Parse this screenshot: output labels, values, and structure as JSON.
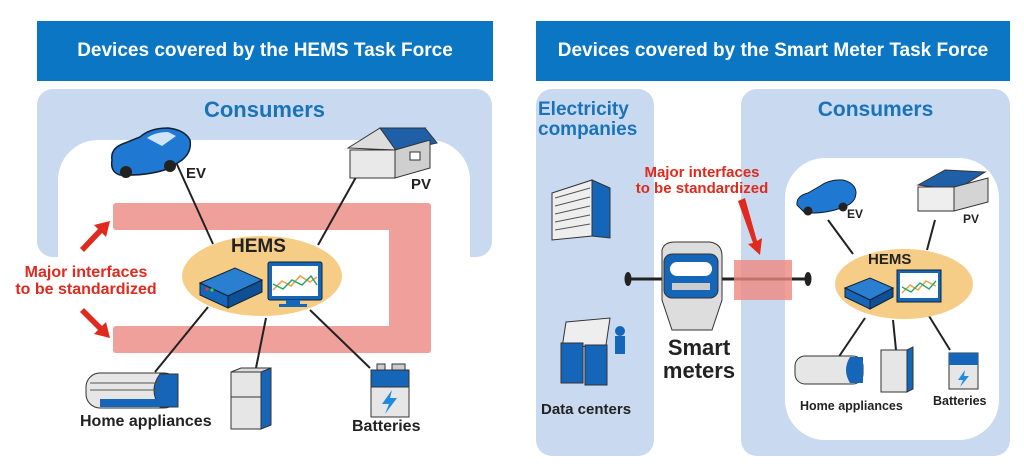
{
  "left": {
    "banner": "Devices covered by the HEMS Task Force",
    "region_title": "Consumers",
    "hub": "HEMS",
    "callout": [
      "Major interfaces",
      "to be standardized"
    ],
    "devices": {
      "ev": "EV",
      "pv": "PV",
      "home_appliances": "Home appliances",
      "batteries": "Batteries"
    }
  },
  "right": {
    "banner": "Devices covered by the Smart Meter Task Force",
    "utility_title": [
      "Electricity",
      "companies"
    ],
    "data_centers": "Data centers",
    "smart_meters": [
      "Smart",
      "meters"
    ],
    "callout": [
      "Major interfaces",
      "to be standardized"
    ],
    "region_title": "Consumers",
    "hub": "HEMS",
    "devices": {
      "ev": "EV",
      "pv": "PV",
      "home_appliances": "Home appliances",
      "batteries": "Batteries"
    }
  },
  "colors": {
    "banner": "#0a76c4",
    "panel": "#c9d9f0",
    "accent_blue": "#1a73b9",
    "device_blue": "#1565b8",
    "hems_ellipse": "#f6cd86",
    "interface_band": "#f0a09a",
    "callout_red": "#e02a1e"
  }
}
